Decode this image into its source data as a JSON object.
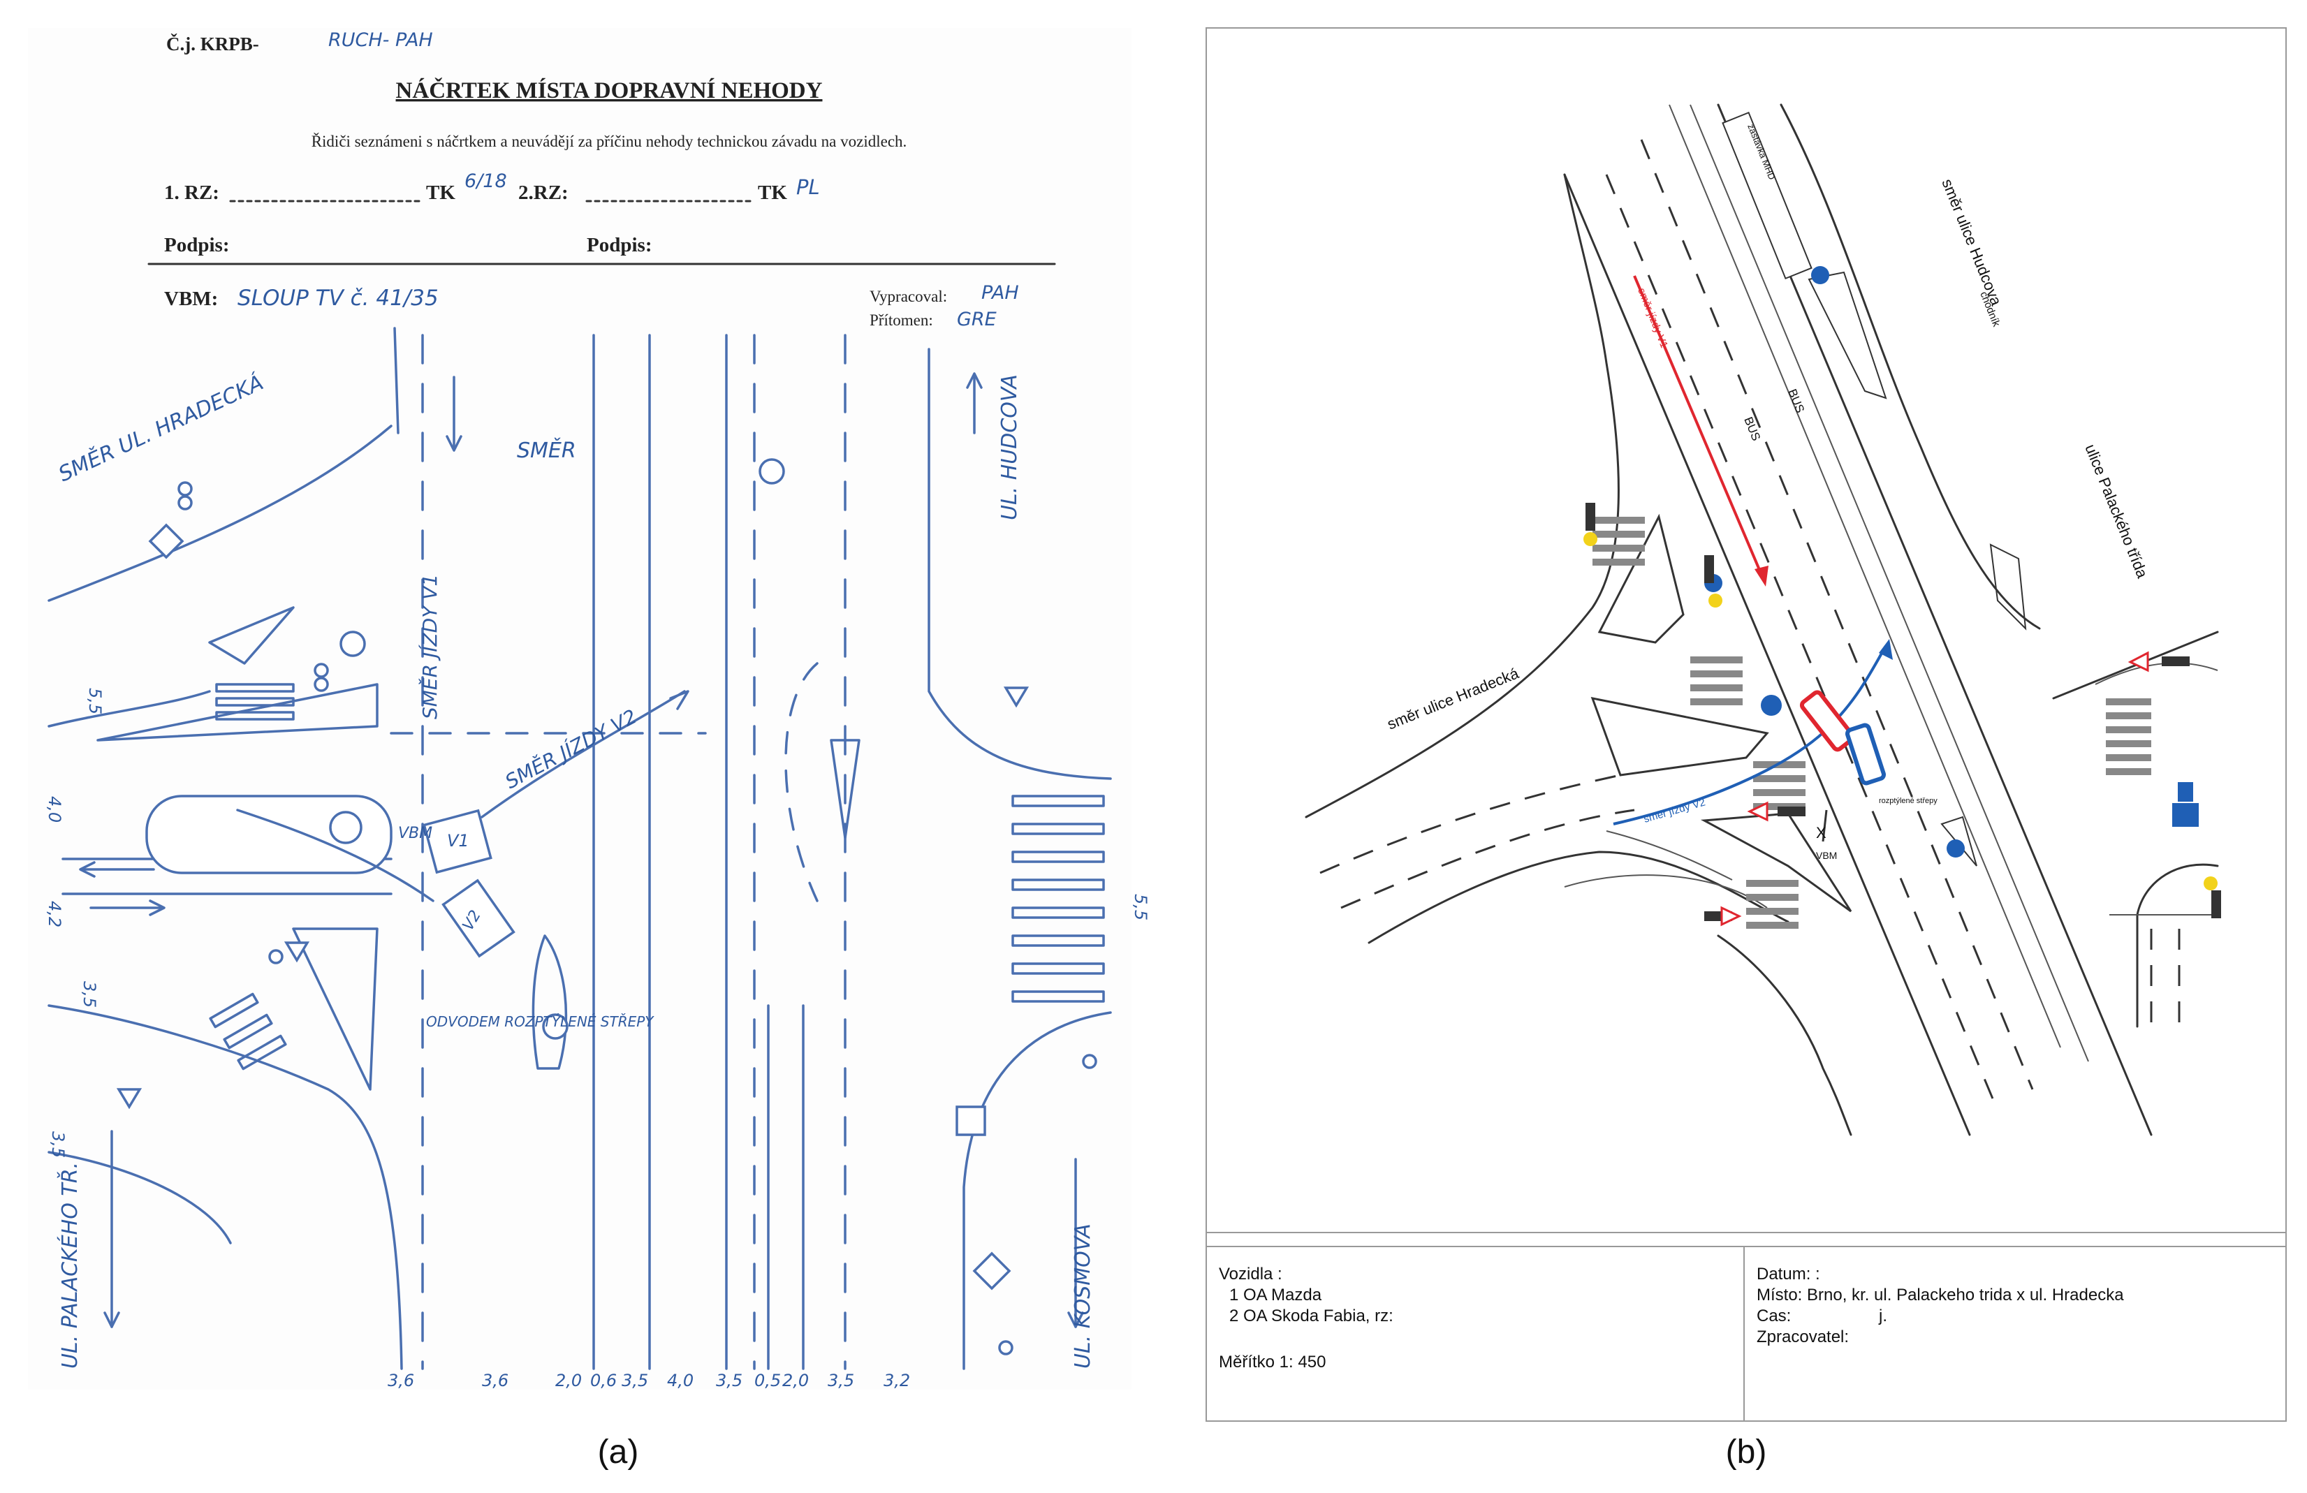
{
  "panel_a": {
    "label": "(a)",
    "ref": "Č.j. KRPB-",
    "ref_hand": "RUCH- PAH",
    "title": "NÁČRTEK MÍSTA DOPRAVNÍ NEHODY",
    "notice": "Řidiči seznámeni s náčrtkem a neuvádějí za příčinu nehody technickou závadu na vozidlech.",
    "rz1_label": "1. RZ:",
    "rz1_tk": "TK",
    "rz1_hand": "6/18",
    "rz2_label": "2.RZ:",
    "rz2_tk": "TK",
    "rz2_hand": "PL",
    "podpis1": "Podpis:",
    "podpis2": "Podpis:",
    "vbm_label": "VBM:",
    "vbm_hand": "SLOUP TV č. 41/35",
    "vypracoval_label": "Vypracoval:",
    "vypracoval_hand": "PAH",
    "pritomen_label": "Přítomen:",
    "pritomen_hand": "GRE",
    "hand_labels": {
      "smer_hradecka": "SMĚR UL. HRADECKÁ",
      "ul_hudcova": "UL. HUDCOVA",
      "smer_jizdy_v1": "SMĚR JÍZDY V1",
      "smer_jizdy_v2": "SMĚR JÍZDY V2",
      "smer": "SMĚR",
      "ul_palackeho": "UL. PALACKÉHO TŘ.",
      "ul_kosmova": "UL. KOSMOVA",
      "strepy": "ODVODEM ROZPTÝLENÉ STŘEPY",
      "v1": "V1",
      "v2": "V2",
      "vbm": "VBM"
    },
    "dims_left": [
      "5,5",
      "4,0",
      "4,2",
      "3,5",
      "3,5"
    ],
    "dims_right": [
      "5,5"
    ],
    "dims_bottom": [
      "3,6",
      "3,6",
      "2,0",
      "0,6",
      "3,5",
      "4,0",
      "3,5",
      "0,5",
      "2,0",
      "3,5",
      "3,2"
    ]
  },
  "panel_b": {
    "label": "(b)",
    "street_labels": {
      "hudcova": "směr ulice Hudcova",
      "hudcova_sub": "chodník",
      "palackeho": "ulice Palackého třída",
      "hradecka": "směr ulice Hradecká",
      "v1": "směr jízdy V1",
      "v2": "směr jízdy V2",
      "lane_bus": "BUS",
      "lane_bus2": "BUS",
      "crossing": "zastávka MHD",
      "vbm": "VBM",
      "x_mark": "X",
      "debris": "rozptýlené střepy"
    },
    "legend": {
      "vozidla_label": "Vozidla :",
      "vozidlo1": "1 OA Mazda",
      "vozidlo2": "2 OA Skoda Fabia, rz:",
      "meritko": "Měřítko 1: 450",
      "datum": "Datum: :",
      "misto": "Místo: Brno, kr. ul. Palackeho trida x ul. Hradecka",
      "cas": "Cas:",
      "cas_val": "j.",
      "zpracovatel": "Zpracovatel:"
    }
  },
  "colors": {
    "pen_blue": "#4a6fb0",
    "v1_red": "#e0262f",
    "v2_blue": "#1f5fb5",
    "sign_blue": "#1f5fb5",
    "light_yellow": "#f2d21b"
  }
}
